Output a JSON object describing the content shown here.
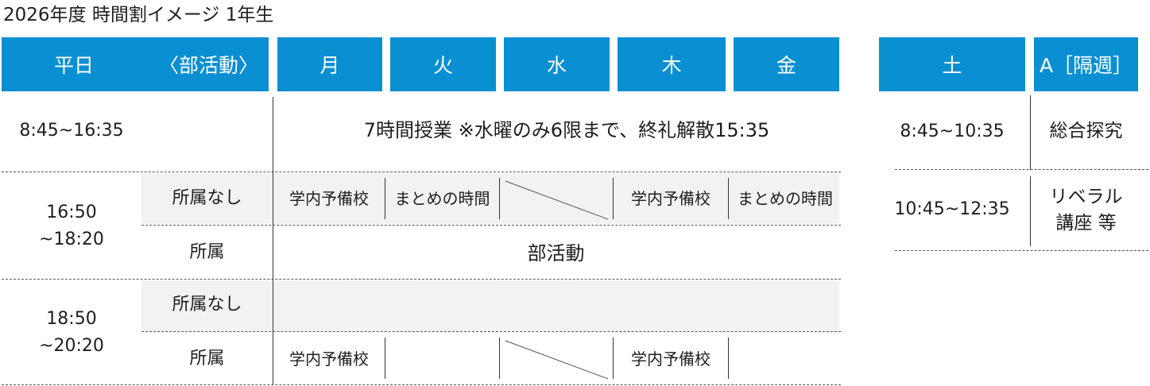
{
  "title": "2026年度 時間割イメージ 1年生",
  "header": {
    "weekday": "平日",
    "club": "〈部活動〉",
    "mon": "月",
    "tue": "火",
    "wed": "水",
    "thu": "木",
    "fri": "金",
    "sat": "土",
    "biweekly": "A［隔週］"
  },
  "weekday": {
    "row1_time": "8:45~16:35",
    "row1_note": "7時間授業 ※水曜のみ6限まで、終礼解散15:35",
    "row2_time": "16:50\n~18:20",
    "row2a_label": "所属なし",
    "row2a_mon": "学内予備校",
    "row2a_tue": "まとめの時間",
    "row2a_thu": "学内予備校",
    "row2a_fri": "まとめの時間",
    "row2b_label": "所属",
    "row2b_content": "部活動",
    "row3_time": "18:50\n~20:20",
    "row3a_label": "所属なし",
    "row3b_label": "所属",
    "row3b_mon": "学内予備校",
    "row3b_thu": "学内予備校"
  },
  "saturday": {
    "row1_time": "8:45~10:35",
    "row1_content": "総合探究",
    "row2_time": "10:45~12:35",
    "row2_content": "リベラル\n講座 等"
  }
}
